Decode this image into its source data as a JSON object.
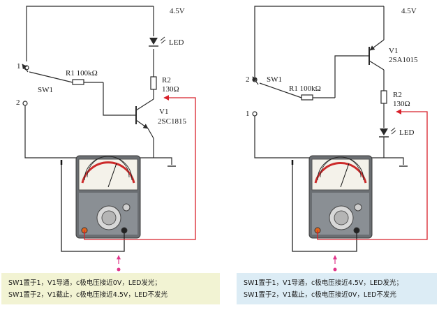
{
  "colors": {
    "wire": "#2a2a2a",
    "probe_red": "#d8202a",
    "arrow_pink": "#e0358a",
    "caption_left_bg": "#f2f3d3",
    "caption_right_bg": "#dcecf5"
  },
  "left_circuit": {
    "supply": "4.5V",
    "led": "LED",
    "r2_name": "R2",
    "r2_value": "130Ω",
    "r1": "R1 100kΩ",
    "switch": "SW1",
    "pos1": "1",
    "pos2": "2",
    "transistor_name": "V1",
    "transistor_model": "2SC1815",
    "caption": [
      "SW1置于1，V1导通，c极电压接近0V，LED发光；",
      "SW1置于2，V1截止，c极电压接近4.5V，LED不发光"
    ]
  },
  "right_circuit": {
    "supply": "4.5V",
    "led": "LED",
    "r2_name": "R2",
    "r2_value": "130Ω",
    "r1": "R1 100kΩ",
    "switch": "SW1",
    "pos1": "1",
    "pos2": "2",
    "transistor_name": "V1",
    "transistor_model": "2SA1015",
    "caption": [
      "SW1置于1，V1导通，c极电压接近4.5V，LED发光；",
      "SW1置于2，V1截止，c极电压接近0V，LED不发光"
    ]
  },
  "icons": [
    "multimeter-icon",
    "led-icon",
    "ground-icon",
    "switch-icon",
    "npn-transistor-icon",
    "pnp-transistor-icon",
    "resistor-icon",
    "probe-icon"
  ]
}
